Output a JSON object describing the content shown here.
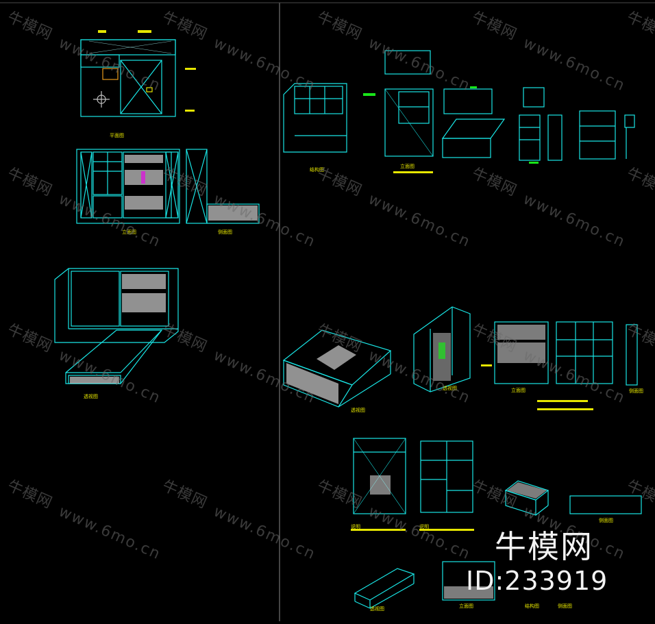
{
  "watermark": {
    "logo_text": "牛模网",
    "url_text": "www.6mo.cn"
  },
  "brand": {
    "name": "牛模网",
    "id_text": "ID:233919"
  },
  "colors": {
    "background": "#000000",
    "line_primary": "#19e6e6",
    "line_secondary": "#19e619",
    "dimension": "#e6e600",
    "hatch": "#cfcfcf",
    "accent": "#cc33cc",
    "divider": "#8a8a8a"
  },
  "drawing_labels": {
    "plan_view": "平面图",
    "front_elevation": "立面图",
    "side_elevation": "侧面图",
    "structure_view": "结构图",
    "perspective_view": "透视图",
    "note": "说明"
  }
}
